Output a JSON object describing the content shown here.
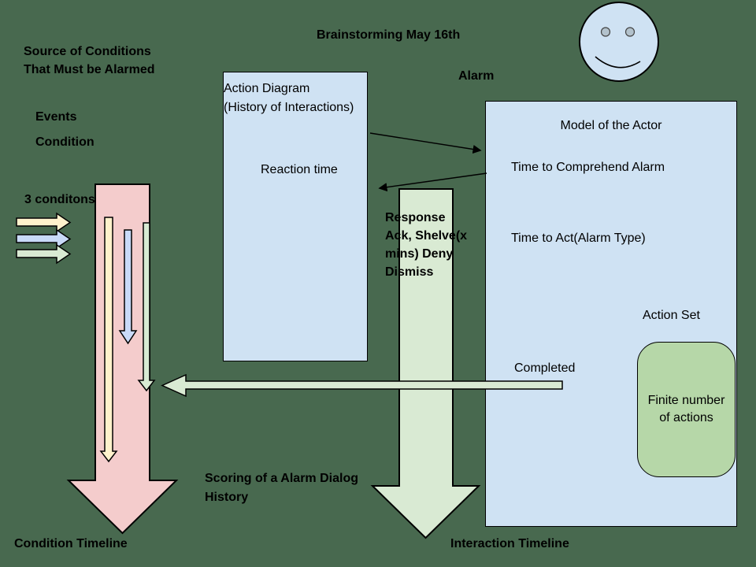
{
  "title": "Brainstorming May 16th",
  "colors": {
    "background": "#48694f",
    "box_blue": "#cfe2f3",
    "pink": "#f4cccc",
    "green_light": "#d9ead3",
    "green_mid": "#b6d7a8",
    "yellow": "#fff2cc",
    "blue_arrow": "#c9daf8",
    "outline": "#000000"
  },
  "labels": {
    "source": {
      "line1": "Source of Conditions",
      "line2": "That Must be Alarmed"
    },
    "events": "Events",
    "condition": "Condition",
    "three_conditions": "3 conditons",
    "alarm": "Alarm",
    "response": {
      "line1": "Response",
      "line2": "Ack, Shelve(x",
      "line3": "mins) Deny",
      "line4": "Dismiss"
    },
    "scoring": {
      "line1": "Scoring of a Alarm Dialog",
      "line2": "History"
    },
    "condition_timeline": "Condition Timeline",
    "interaction_timeline": "Interaction Timeline"
  },
  "action_diagram": {
    "line1": "Action Diagram",
    "line2": "(History of Interactions)",
    "reaction_time": "Reaction time"
  },
  "model": {
    "title": "Model of the Actor",
    "comprehend": "Time to Comprehend Alarm",
    "act": "Time to Act(Alarm Type)",
    "action_set": "Action Set",
    "completed": "Completed",
    "finite": "Finite number of actions"
  },
  "icons": {
    "smiley": "smiley-face-icon"
  }
}
